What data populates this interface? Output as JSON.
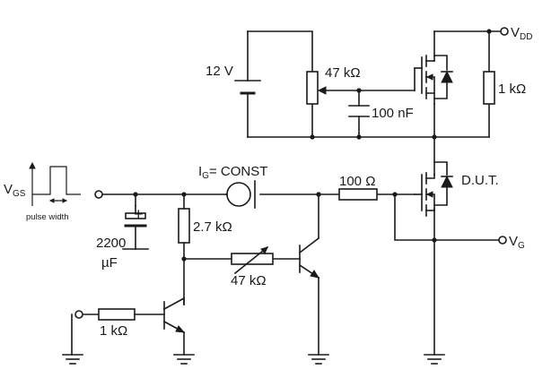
{
  "labels": {
    "vdd_main": "V",
    "vdd_sub": "DD",
    "vg_main": "V",
    "vg_sub": "G",
    "vgs_main": "V",
    "vgs_sub": "GS",
    "pulse_width": "pulse width",
    "battery": "12 V",
    "pot_top": "47 kΩ",
    "cap_top": "100 nF",
    "res_top_right": "1 kΩ",
    "ig_main": "I",
    "ig_sub": "G",
    "ig_rest": "= CONST",
    "res_gate": "100 Ω",
    "dut": "D.U.T.",
    "cap_big_val": "2200",
    "cap_big_unit": "µF",
    "cap_big_plus": "+",
    "res_27k": "2.7 kΩ",
    "pot_bottom": "47 kΩ",
    "res_input": "1 kΩ"
  }
}
